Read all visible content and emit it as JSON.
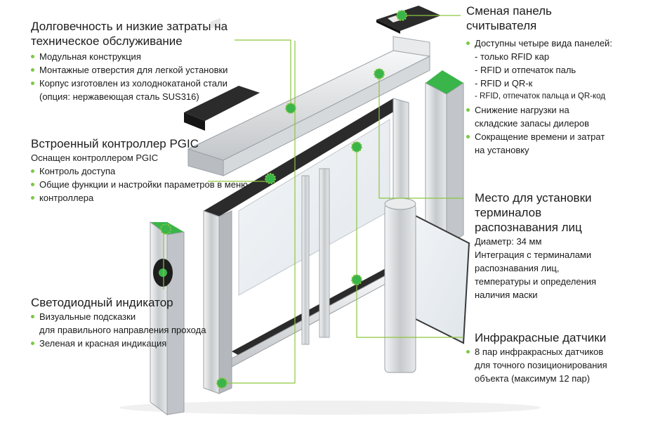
{
  "colors": {
    "accent": "#7ac943",
    "line": "#8dc63f",
    "steel": "#c9ccd0",
    "dark": "#2b2b2b",
    "glass": "#e9eef2"
  },
  "durability": {
    "title_line1": "Долговечность и низкие затраты на",
    "title_line2": "техническое обслуживание",
    "bullets": [
      "Модульная конструкция",
      "Монтажные отверстия для легкой установки",
      "Корпус изготовлен из холоднокатаной стали"
    ],
    "note": "(опция: нержавеющая сталь SUS316)"
  },
  "controller": {
    "title": "Встроенный контроллер PGIC",
    "subtitle": "Оснащен контроллером PGIC",
    "bullets": [
      "Контроль доступа",
      "Общие функции и настройки параметров в меню",
      "контроллера"
    ]
  },
  "led": {
    "title": "Светодиодный индикатор",
    "bullet1": "Визуальные подсказки",
    "bullet1_cont": "для правильного направления прохода",
    "bullet2": "Зеленая и красная индикация"
  },
  "reader_panel": {
    "title_line1": "Сменая панель",
    "title_line2": "считывателя",
    "bullet_main": "Доступны четыре вида панелей:",
    "options": [
      "- только RFID кар",
      "- RFID и отпечаток паль",
      "- RFID и QR-к",
      "- RFID, отпечаток пальца и QR-код"
    ],
    "bullets": [
      "Снижение нагрузки на",
      "складские запасы дилеров",
      "Сокращение времени и затрат",
      "на установку"
    ]
  },
  "face_terminal": {
    "title_line1": "Место для установки",
    "title_line2": "терминалов",
    "title_line3": "распознавания лиц",
    "diameter": "Диаметр: 34 мм",
    "lines": [
      "Интеграция с терминалами",
      "распознавания лиц,",
      "температуры и определения",
      "наличия маски"
    ]
  },
  "infrared": {
    "title": "Инфракрасные датчики",
    "lines": [
      "8 пар инфракрасных датчиков",
      "для точного позиционирования",
      "объекта (максимум 12 пар)"
    ]
  }
}
